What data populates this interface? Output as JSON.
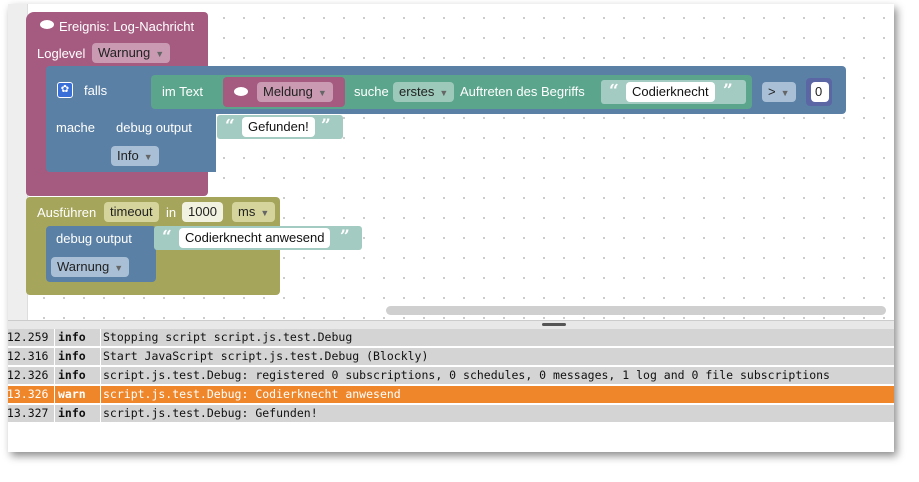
{
  "event_block": {
    "title": "Ereignis: Log-Nachricht",
    "loglevel_label": "Loglevel",
    "loglevel_value": "Warnung"
  },
  "if_block": {
    "if_label": "falls",
    "do_label": "mache"
  },
  "text_search": {
    "in_text_label": "im Text",
    "variable": "Meldung",
    "search_label": "suche",
    "occurrence": "erstes",
    "occurrence_label": "Auftreten des Begriffs",
    "term": "Codierknecht"
  },
  "compare": {
    "operator": ">",
    "value": "0"
  },
  "debug_1": {
    "label": "debug output",
    "text": "Gefunden!",
    "level": "Info"
  },
  "timeout_block": {
    "label": "Ausführen",
    "mode": "timeout",
    "in_label": "in",
    "delay": "1000",
    "unit": "ms"
  },
  "debug_2": {
    "label": "debug output",
    "text": "Codierknecht anwesend",
    "level": "Warnung"
  },
  "log": [
    {
      "time": ":12.259",
      "severity": "info",
      "message": "Stopping script script.js.test.Debug"
    },
    {
      "time": ":12.316",
      "severity": "info",
      "message": "Start JavaScript script.js.test.Debug (Blockly)"
    },
    {
      "time": ":12.326",
      "severity": "info",
      "message": "script.js.test.Debug: registered 0 subscriptions, 0 schedules, 0 messages, 1 log and 0 file subscriptions"
    },
    {
      "time": ":13.326",
      "severity": "warn",
      "message": "script.js.test.Debug: Codierknecht anwesend"
    },
    {
      "time": ":13.327",
      "severity": "info",
      "message": "script.js.test.Debug: Gefunden!"
    }
  ],
  "colors": {
    "event": "#a55b80",
    "if": "#5b80a5",
    "text": "#5ba58c",
    "string": "#a3cbc2",
    "debug": "#5b80a5",
    "timeout": "#a5a55b",
    "warn_row": "#f0862a",
    "log_row": "#d4d4d4"
  }
}
